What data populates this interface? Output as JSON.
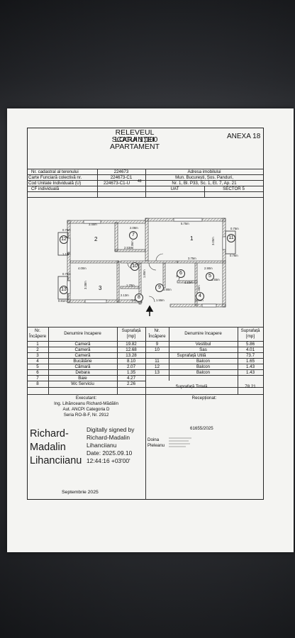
{
  "header": {
    "title_line1": "RELEVEUL LOCUINȚEI",
    "title_line2": "SCARA 1:100",
    "title_line3": "APARTAMENT",
    "annex": "ANEXA 18"
  },
  "info": {
    "cadastral_label": "Nr. cadastral al terenului",
    "cadastral_value": "224673",
    "cf_collective_label": "Carte Funciară colectivă nr.",
    "cf_collective_value": "224673-C1",
    "unit_code_label": "Cod Unitate Individuală (U)",
    "unit_code_value": "224673-C1-U",
    "unit_code_suffix": "48",
    "cf_individual_label": "CF individuală",
    "address_label": "Adresa imobilului",
    "address_line1": "Mun. București, Șos. Panduri,",
    "address_line2": "Nr. 1, Bl. P33, Sc. 1, Et. 7, Ap. 21",
    "uat_label": "UAT",
    "uat_value": "SECTOR 5"
  },
  "plan": {
    "rooms": [
      "1",
      "2",
      "3",
      "4",
      "5",
      "6",
      "7",
      "8",
      "9",
      "10",
      "11",
      "12",
      "13"
    ],
    "dimensions": [
      "3.40m",
      "5.75m",
      "2.08m",
      "2.53m",
      "3.75m",
      "4.00m",
      "3.38m",
      "1.70m",
      "3.85m",
      "2.90m",
      "1.56m",
      "1.55m",
      "1.85m",
      "1.13m",
      "1.10m",
      "1.55m",
      "1.46m",
      "0.70m",
      "0.75m",
      "1.15m",
      "0.76m",
      "0.75m",
      "0.81m",
      "3.90m",
      "3.36m",
      "3.05m",
      "2.13m"
    ]
  },
  "rooms_table": {
    "headers": {
      "nr": "Nr. Încăpere",
      "name": "Denumire încapere",
      "area": "Suprafață [mp]"
    },
    "left": [
      {
        "nr": "1",
        "name": "Cameră",
        "area": "19.82"
      },
      {
        "nr": "2",
        "name": "Cameră",
        "area": "12.68"
      },
      {
        "nr": "3",
        "name": "Cameră",
        "area": "13.28"
      },
      {
        "nr": "4",
        "name": "Bucătărie",
        "area": "8.10"
      },
      {
        "nr": "5",
        "name": "Cămară",
        "area": "2.07"
      },
      {
        "nr": "6",
        "name": "Debara",
        "area": "1.35"
      },
      {
        "nr": "7",
        "name": "Baie",
        "area": "4.27"
      },
      {
        "nr": "8",
        "name": "Wc Serviciu",
        "area": "2.26"
      }
    ],
    "right": [
      {
        "nr": "9",
        "name": "Vestibul",
        "area": "5.86"
      },
      {
        "nr": "10",
        "name": "Sas",
        "area": "4.01"
      }
    ],
    "useful_label": "Suprafață Utilă",
    "useful_value": "73.7",
    "balconies": [
      {
        "nr": "11",
        "name": "Balcon",
        "area": "1.65"
      },
      {
        "nr": "12",
        "name": "Balcon",
        "area": "1.43"
      },
      {
        "nr": "13",
        "name": "Balcon",
        "area": "1.43"
      }
    ],
    "total_label": "Suprafață Totală",
    "total_value": "78.21"
  },
  "footer": {
    "executant_label": "Executant:",
    "executant_name": "Ing. Lihănceanu Richard-Mădălin",
    "authorization": "Aut. ANCPI Categoria D",
    "series": "Seria RO-B-F, Nr. 2912",
    "sig_name_line1": "Richard-",
    "sig_name_line2": "Madalin",
    "sig_name_line3": "Lihanciianu",
    "digital_line1": "Digitally signed by",
    "digital_line2": "Richard-Madalin",
    "digital_line3": "Lihanciianu",
    "digital_line4": "Date: 2025.09.10",
    "digital_line5": "12:44:16 +03'00'",
    "date": "Septembrie 2025",
    "receptionat_label": "Recepționat:",
    "reception_number": "61655/2025",
    "receiver_line1": "Doina",
    "receiver_line2": "Pleleanu"
  }
}
